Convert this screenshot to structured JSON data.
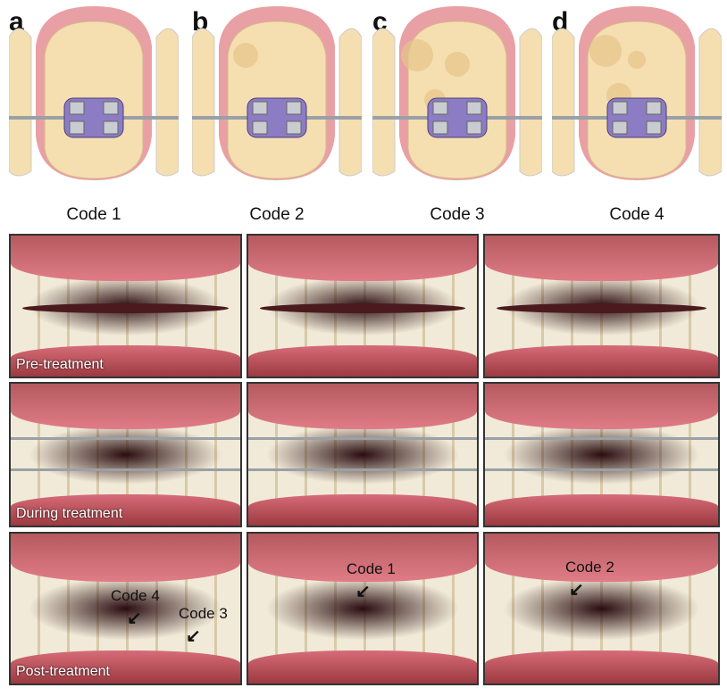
{
  "panels": [
    {
      "letter": "a",
      "code": "Code 1"
    },
    {
      "letter": "b",
      "code": "Code 2"
    },
    {
      "letter": "c",
      "code": "Code 3"
    },
    {
      "letter": "d",
      "code": "Code 4"
    }
  ],
  "rows": [
    "Pre-treatment",
    "During treatment",
    "Post-treatment"
  ],
  "annotations": {
    "left_code4": "Code 4",
    "left_code3": "Code 3",
    "center_code1": "Code 1",
    "right_code2": "Code 2"
  },
  "colors": {
    "enamel": "#f5deb0",
    "gum": "#e8a0a4",
    "bracket": "#8c7cc4"
  }
}
